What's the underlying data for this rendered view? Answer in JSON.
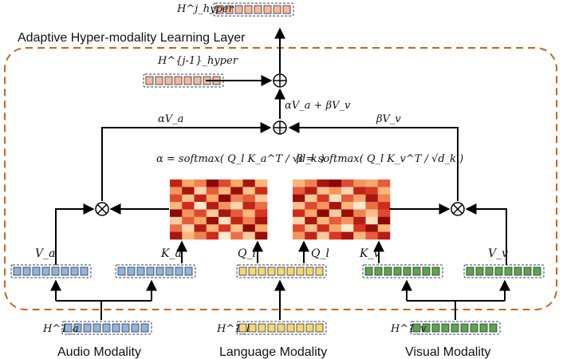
{
  "layer_title": "Adaptive Hyper-modality Learning Layer",
  "labels": {
    "h_hyper_j": "H^j_hyper",
    "h_hyper_j_minus_1": "H^{j-1}_hyper",
    "alpha_va": "αV_a",
    "beta_vv": "βV_v",
    "sum_expr": "αV_a + βV_v",
    "alpha_formula": "α = softmax( Q_l K_a^T / √d_k )",
    "beta_formula": "β = softmax( Q_l K_v^T / √d_k )",
    "v_a": "V_a",
    "k_a": "K_a",
    "q_l_left": "Q_l",
    "q_l_right": "Q_l",
    "k_v": "K_v",
    "v_v": "V_v",
    "h_a1": "H^1_a",
    "h_l1": "H^1_l",
    "h_v1": "H^1_v"
  },
  "modality_captions": {
    "audio": "Audio Modality",
    "language": "Language Modality",
    "visual": "Visual Modality"
  },
  "colors": {
    "audio_token": "#8fb4e3",
    "language_token": "#f7d774",
    "visual_token": "#5aa64a",
    "hyper_token": "#f4b79f",
    "frame_border": "#c8651b"
  },
  "heatmap_alpha": [
    [
      0.75,
      0.35,
      0.45,
      0.95,
      0.6,
      0.35,
      0.85,
      0.3
    ],
    [
      0.4,
      0.85,
      0.15,
      0.55,
      0.3,
      0.9,
      0.25,
      0.7
    ],
    [
      0.6,
      0.25,
      0.75,
      0.35,
      0.95,
      0.45,
      0.55,
      0.2
    ],
    [
      0.3,
      0.7,
      0.05,
      0.8,
      0.4,
      0.15,
      0.75,
      0.5
    ],
    [
      0.95,
      0.4,
      0.6,
      0.2,
      0.85,
      0.55,
      0.3,
      0.65
    ],
    [
      0.2,
      0.55,
      0.35,
      0.9,
      0.1,
      0.75,
      0.45,
      0.85
    ],
    [
      0.5,
      0.15,
      0.8,
      0.3,
      0.65,
      0.25,
      0.95,
      0.35
    ],
    [
      0.85,
      0.3,
      0.45,
      0.7,
      0.05,
      0.5,
      0.2,
      0.9
    ]
  ],
  "heatmap_beta": [
    [
      0.3,
      0.45,
      0.85,
      0.95,
      0.6,
      0.4,
      0.35,
      0.55
    ],
    [
      0.55,
      0.8,
      0.25,
      0.4,
      0.15,
      0.75,
      0.65,
      0.3
    ],
    [
      0.9,
      0.2,
      0.65,
      0.1,
      0.55,
      0.35,
      0.85,
      0.45
    ],
    [
      0.25,
      0.6,
      0.4,
      0.85,
      0.3,
      0.05,
      0.5,
      0.7
    ],
    [
      0.7,
      0.35,
      0.95,
      0.2,
      0.9,
      0.45,
      0.25,
      0.6
    ],
    [
      0.15,
      0.85,
      0.3,
      0.55,
      0.4,
      0.8,
      0.1,
      0.95
    ],
    [
      0.6,
      0.25,
      0.7,
      0.35,
      0.05,
      0.65,
      0.9,
      0.3
    ],
    [
      0.4,
      0.75,
      0.2,
      0.65,
      0.85,
      0.3,
      0.55,
      0.8
    ]
  ]
}
